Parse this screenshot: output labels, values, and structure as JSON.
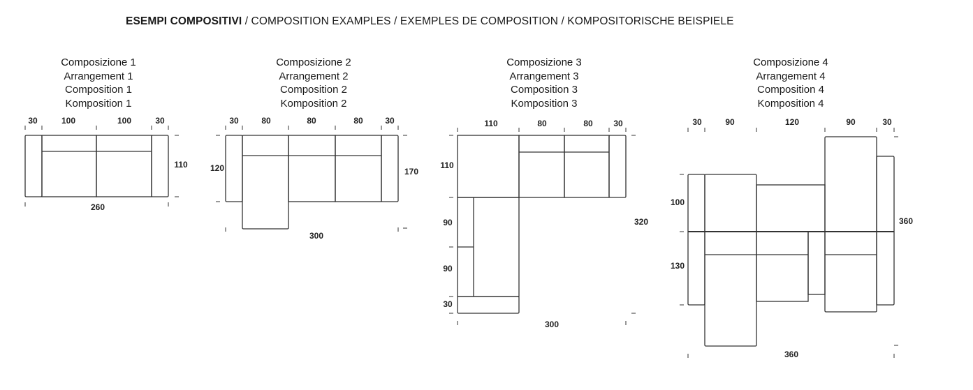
{
  "title": {
    "bold": "ESEMPI COMPOSITIVI",
    "rest": " / COMPOSITION EXAMPLES / EXEMPLES DE COMPOSITION / KOMPOSITORISCHE BEISPIELE"
  },
  "compositions": [
    {
      "names": [
        "Composizione 1",
        "Arrangement 1",
        "Composition 1",
        "Komposition 1"
      ],
      "top": [
        "30",
        "100",
        "100",
        "30"
      ],
      "right": "110",
      "bottom": "260"
    },
    {
      "names": [
        "Composizione 2",
        "Arrangement 2",
        "Composition 2",
        "Komposition 2"
      ],
      "top": [
        "30",
        "80",
        "80",
        "80",
        "30"
      ],
      "left": "120",
      "right": "170",
      "bottom": "300"
    },
    {
      "names": [
        "Composizione 3",
        "Arrangement 3",
        "Composition 3",
        "Komposition 3"
      ],
      "top": [
        "110",
        "80",
        "80",
        "30"
      ],
      "left": [
        "110",
        "90",
        "90",
        "30"
      ],
      "right": "320",
      "bottom": "300"
    },
    {
      "names": [
        "Composizione 4",
        "Arrangement 4",
        "Composition 4",
        "Komposition 4"
      ],
      "top": [
        "30",
        "90",
        "120",
        "90",
        "30"
      ],
      "left": [
        "100",
        "130"
      ],
      "right": "360",
      "bottom": "360"
    }
  ]
}
